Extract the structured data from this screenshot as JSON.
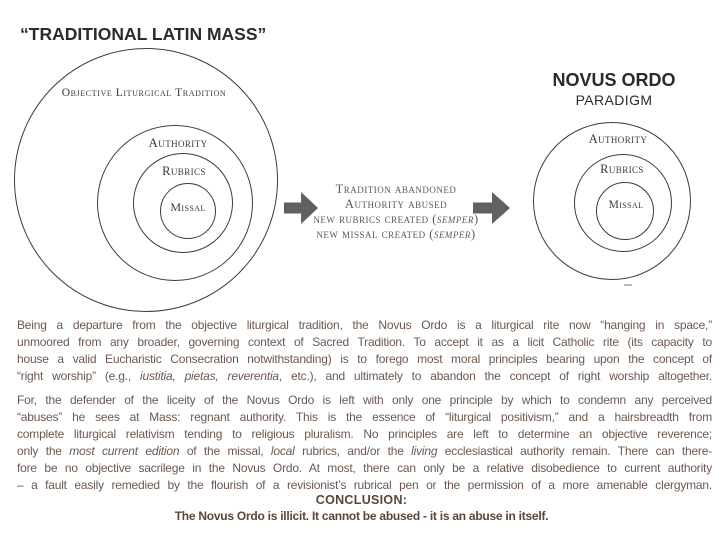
{
  "title": "“TRADITIONAL LATIN MASS”",
  "left_diagram": {
    "label_outer": "Objective Liturgical Tradition",
    "label_authority": "Authority",
    "label_rubrics": "Rubrics",
    "label_missal": "Missal"
  },
  "transition": {
    "lines": [
      [
        {
          "t": "Tradition abandoned"
        }
      ],
      [
        {
          "t": "Authority abused"
        }
      ],
      [
        {
          "t": "new rubrics created ("
        },
        {
          "t": "semper",
          "i": true
        },
        {
          "t": ")"
        }
      ],
      [
        {
          "t": "new missal created ("
        },
        {
          "t": "semper",
          "i": true
        },
        {
          "t": ")"
        }
      ]
    ]
  },
  "right_diagram": {
    "title": "NOVUS ORDO",
    "subtitle": "PARADIGM",
    "label_authority": "Authority",
    "label_rubrics": "Rubrics",
    "label_missal": "Missal"
  },
  "body": {
    "paragraph1_lines": [
      [
        {
          "t": "Being a departure from the objective liturgical tradition, the Novus Ordo is a liturgical rite now “hanging in space,”"
        }
      ],
      [
        {
          "t": "unmoored from any broader, governing context of Sacred Tradition. To accept it as a licit Catholic rite (its capacity to"
        }
      ],
      [
        {
          "t": "house a valid Eucharistic Consecration notwithstanding) is to forego most moral principles bearing upon the concept of"
        }
      ],
      [
        {
          "t": "“right worship” (e.g., "
        },
        {
          "t": "iustitia, pietas, reverentia",
          "i": true
        },
        {
          "t": ", etc.), and ultimately to abandon the concept of right worship altogether."
        }
      ]
    ],
    "paragraph2_lines": [
      [
        {
          "t": "For, the defender of the liceity of the Novus Ordo is left with only one principle by which to condemn any perceived"
        }
      ],
      [
        {
          "t": "“abuses” he sees at Mass: regnant authority. This is the essence of “liturgical positivism,” and a hairsbreadth from"
        }
      ],
      [
        {
          "t": "complete liturgical relativism tending to religious pluralism.  No principles are left to determine an objective reverence;"
        }
      ],
      [
        {
          "t": "only the "
        },
        {
          "t": "most current edition",
          "i": true
        },
        {
          "t": " of the missal, "
        },
        {
          "t": "local",
          "i": true
        },
        {
          "t": " rubrics, and/or the "
        },
        {
          "t": "living",
          "i": true
        },
        {
          "t": " ecclesiastical authority remain. There can there-"
        }
      ],
      [
        {
          "t": "fore be no objective sacrilege in the Novus Ordo. At most, there can only be a relative disobedience to current authority"
        }
      ],
      [
        {
          "t": "– a fault easily remedied by the flourish of a revisionist’s rubrical pen or the permission of a more amenable clergyman."
        }
      ]
    ]
  },
  "conclusion": {
    "heading": "CONCLUSION:",
    "text": "The Novus Ordo is illicit. It cannot be abused - it is an abuse in itself."
  },
  "colors": {
    "heading_text": "#2b2b2b",
    "label_text": "#3a3a3a",
    "gray_text": "#595959",
    "arrow_color": "#616161",
    "circle_stroke": "#3c3c3c",
    "body_text": "#6d584f",
    "conclusion_text": "#5a443b"
  }
}
